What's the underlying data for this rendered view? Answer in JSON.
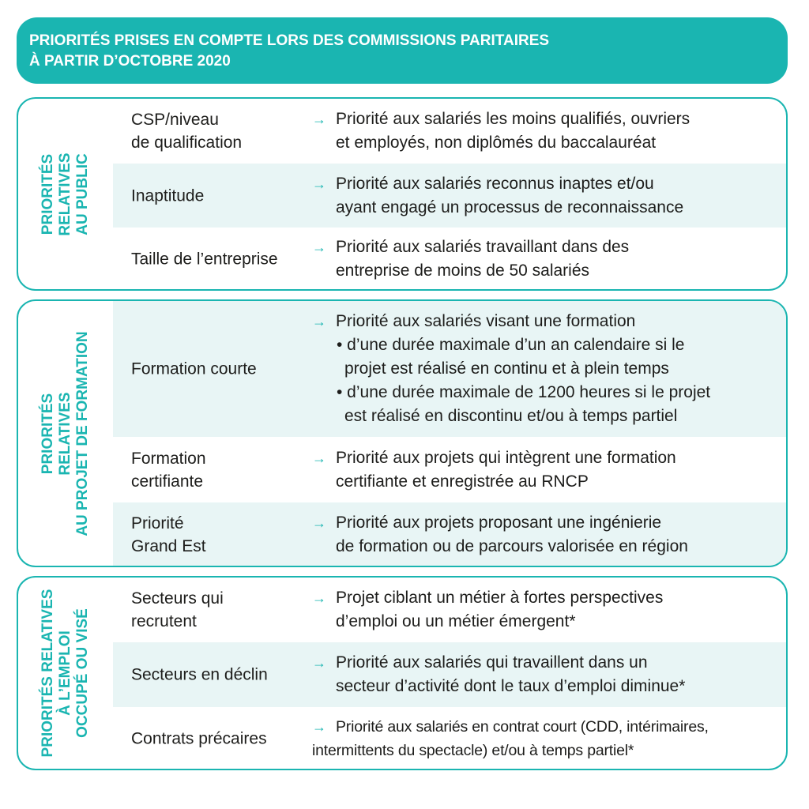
{
  "header": {
    "line1": "PRIORITÉS PRISES EN COMPTE LORS DES COMMISSIONS PARITAIRES",
    "line2": "À PARTIR D’OCTOBRE 2020"
  },
  "arrow_glyph": "→",
  "colors": {
    "accent": "#1ab5b1",
    "shade": "#e8f5f5"
  },
  "sections": [
    {
      "label_lines": [
        "PRIORITÉS",
        "RELATIVES",
        "AU PUBLIC"
      ],
      "rows": [
        {
          "category": [
            "CSP/niveau",
            "de qualification"
          ],
          "desc_first": "Priorité aux salariés les moins qualifiés, ouvriers",
          "desc_rest": "et employés, non diplômés du baccalauréat"
        },
        {
          "category": [
            "Inaptitude"
          ],
          "desc_first": "Priorité aux salariés reconnus inaptes et/ou",
          "desc_rest": "ayant engagé un processus de reconnaissance"
        },
        {
          "category": [
            "Taille de l’entreprise"
          ],
          "desc_first": "Priorité aux salariés travaillant dans des",
          "desc_rest": "entreprise de moins de 50 salariés"
        }
      ]
    },
    {
      "label_lines": [
        "PRIORITÉS",
        "RELATIVES",
        "AU PROJET DE FORMATION"
      ],
      "rows": [
        {
          "category": [
            "Formation courte"
          ],
          "desc_first": "Priorité aux salariés visant une formation",
          "bullets": [
            {
              "first": "• d’une durée maximale d’un an calendaire si le",
              "rest": "projet est réalisé en continu et à plein temps"
            },
            {
              "first": "• d’une durée maximale de 1200 heures si le projet",
              "rest": "est réalisé en discontinu et/ou à temps partiel"
            }
          ]
        },
        {
          "category": [
            "Formation",
            "certifiante"
          ],
          "desc_first": "Priorité aux projets qui intègrent une formation",
          "desc_rest": "certifiante et enregistrée au RNCP"
        },
        {
          "category": [
            "Priorité",
            "Grand Est"
          ],
          "desc_first": "Priorité aux projets proposant une ingénierie",
          "desc_rest": "de formation ou de parcours valorisée en région"
        }
      ]
    },
    {
      "label_lines": [
        "PRIORITÉS RELATIVES",
        "À L’EMPLOI",
        "OCCUPÉ OU VISÉ"
      ],
      "rows": [
        {
          "category": [
            "Secteurs qui",
            "recrutent"
          ],
          "desc_first": "Projet ciblant un métier à fortes perspectives",
          "desc_rest": "d’emploi ou un métier émergent*"
        },
        {
          "category": [
            "Secteurs en déclin"
          ],
          "desc_first": "Priorité aux salariés qui travaillent dans un",
          "desc_rest": "secteur d’activité dont le taux d’emploi diminue*"
        },
        {
          "category": [
            "Contrats précaires"
          ],
          "desc_first": "Priorité aux salariés en contrat court (CDD, intérimaires,",
          "desc_rest": "intermittents du spectacle) et/ou à temps partiel*"
        }
      ]
    }
  ]
}
